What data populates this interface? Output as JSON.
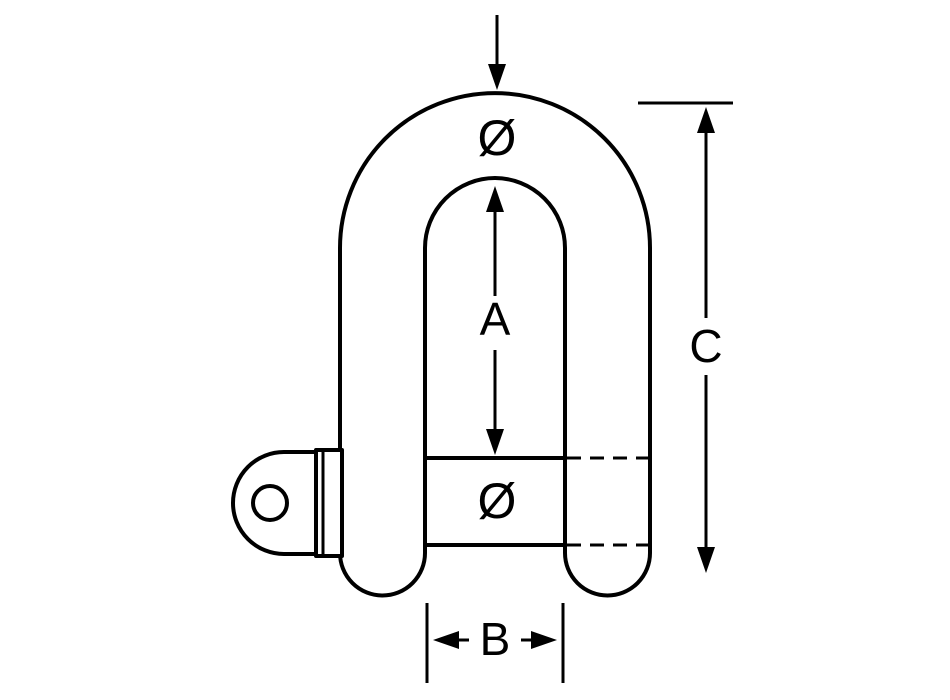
{
  "colors": {
    "line": "#000000",
    "background": "#ffffff"
  },
  "diagram": {
    "labels": {
      "bow_diameter": "Ø",
      "pin_diameter": "Ø",
      "inside_length": "A",
      "inside_width": "B",
      "overall_length": "C"
    }
  }
}
